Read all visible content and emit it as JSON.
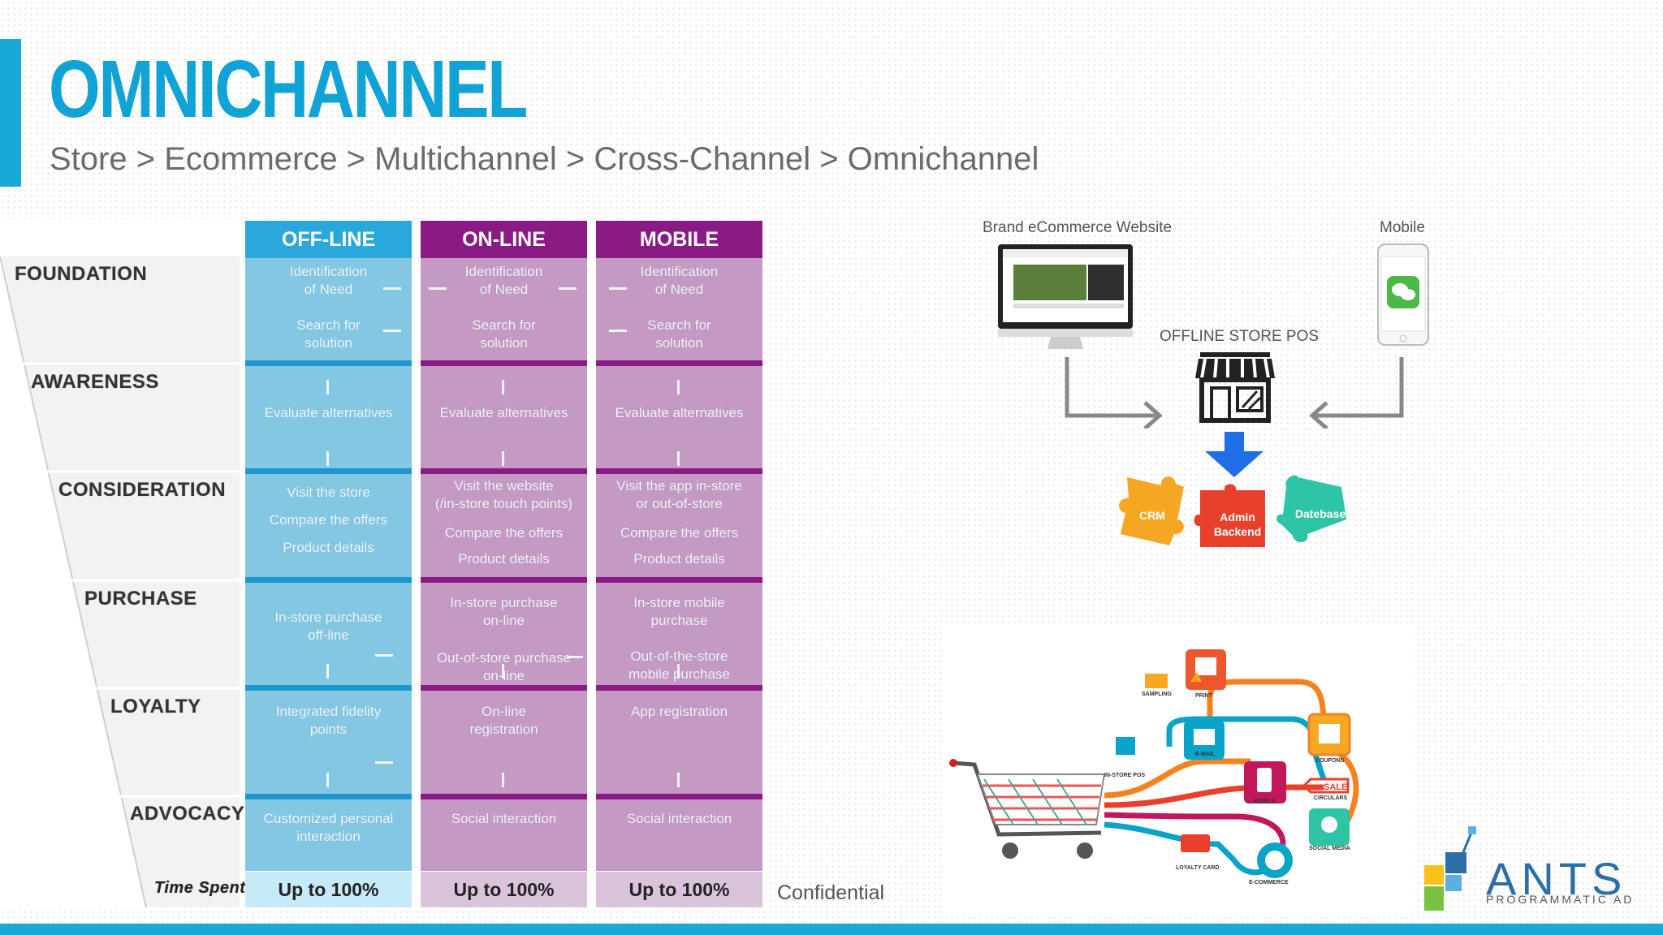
{
  "header": {
    "title": "OMNICHANNEL",
    "subtitle": "Store > Ecommerce > Multichannel > Cross-Channel > Omnichannel"
  },
  "funnel": {
    "stages": [
      "FOUNDATION",
      "AWARENESS",
      "CONSIDERATION",
      "PURCHASE",
      "LOYALTY",
      "ADVOCACY"
    ],
    "time_spent_label": "Time Spent"
  },
  "columns": [
    {
      "name": "OFF-LINE",
      "cells": [
        "Identification\nof Need",
        "Search for\nsolution",
        "Evaluate alternatives",
        "Visit the store",
        "Compare the offers",
        "Product details",
        "In-store purchase\noff-line",
        "Integrated fidelity\npoints",
        "Customized personal\ninteraction"
      ],
      "footer": "Up to 100%"
    },
    {
      "name": "ON-LINE",
      "cells": [
        "Identification\nof Need",
        "Search for\nsolution",
        "Evaluate alternatives",
        "Visit the website\n(/in-store touch points)",
        "Compare the offers",
        "Product details",
        "In-store purchase\non-line",
        "Out-of-store purchase\non-line",
        "On-line\nregistration",
        "Social interaction"
      ],
      "footer": "Up to 100%"
    },
    {
      "name": "MOBILE",
      "cells": [
        "Identification\nof Need",
        "Search for\nsolution",
        "Evaluate alternatives",
        "Visit the app in-store\nor out-of-store",
        "Compare the offers",
        "Product details",
        "In-store mobile\npurchase",
        "Out-of-the-store\nmobile purchase",
        "App registration",
        "Social interaction"
      ],
      "footer": "Up to 100%"
    }
  ],
  "confidential": "Confidential",
  "diagram": {
    "ecommerce_label": "Brand eCommerce Website",
    "mobile_label": "Mobile",
    "pos_label": "OFFLINE STORE POS",
    "puzzle": {
      "crm": "CRM",
      "admin_line1": "Admin",
      "admin_line2": "Backend",
      "database": "Datebase"
    }
  },
  "omni_graphic": {
    "labels": [
      "PRINT",
      "SAMPLING",
      "COUPONS",
      "E-MAIL",
      "IN-STORE POS",
      "MOBILE",
      "SALE",
      "CIRCULARS",
      "SOCIAL MEDIA",
      "LOYALTY CARD",
      "E-COMMERCE"
    ]
  },
  "logo": {
    "name": "ANTS",
    "tagline": "PROGRAMMATIC AD"
  },
  "colors": {
    "accent_blue": "#12a3d6",
    "offline_blue": "#84c7e3",
    "online_purple": "#8a1b85",
    "online_body": "#c499c3"
  }
}
